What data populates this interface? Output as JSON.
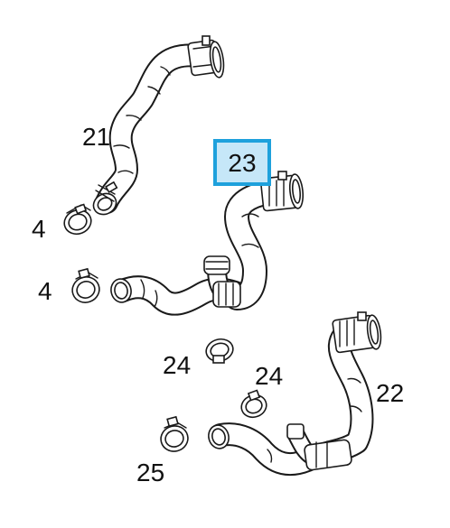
{
  "diagram": {
    "callouts": [
      {
        "id": "21",
        "label": "21"
      },
      {
        "id": "23",
        "label": "23",
        "highlighted": true
      },
      {
        "id": "4a",
        "label": "4"
      },
      {
        "id": "4b",
        "label": "4"
      },
      {
        "id": "24a",
        "label": "24"
      },
      {
        "id": "24b",
        "label": "24"
      },
      {
        "id": "22",
        "label": "22"
      },
      {
        "id": "25",
        "label": "25"
      }
    ],
    "highlight_color": "#1ea1dc",
    "highlight_fill": "#c6e7f8",
    "line_color": "#1a1a1a"
  }
}
